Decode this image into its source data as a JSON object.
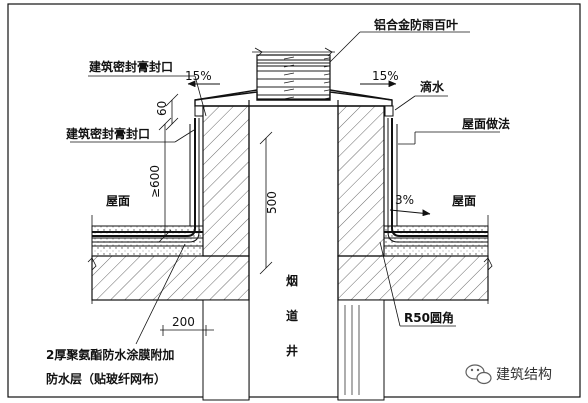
{
  "labels": {
    "louver": "铝合金防雨百叶",
    "sealant_top": "建筑密封膏封口",
    "sealant_mid": "建筑密封膏封口",
    "drip": "滴水",
    "roof_method": "屋面做法",
    "roof_left": "屋面",
    "roof_right": "屋面",
    "slope_left": "15%",
    "slope_right": "15%",
    "slope_roof": "3%",
    "dim_60": "60",
    "dim_600": "≥600",
    "dim_500": "500",
    "dim_200": "200",
    "shaft_1": "烟",
    "shaft_2": "道",
    "shaft_3": "井",
    "r50": "R50圆角",
    "note_line1": "2厚聚氨酯防水涂膜附加",
    "note_line2": "防水层（贴玻纤网布）",
    "watermark": "建筑结构"
  },
  "icons": {
    "watermark_logo": "wechat-icon"
  }
}
